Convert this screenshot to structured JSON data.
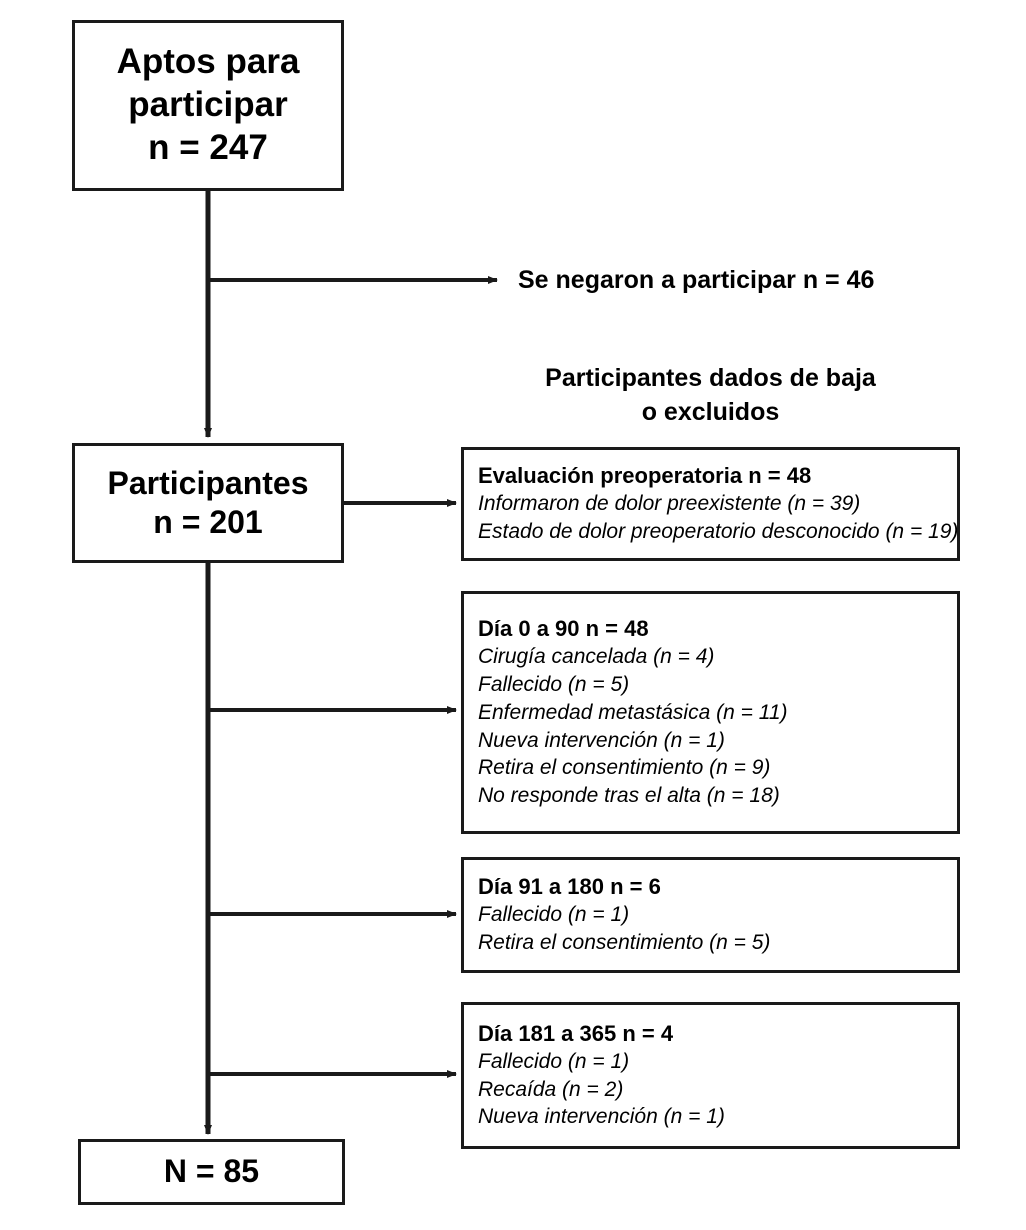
{
  "diagram": {
    "title_visible": false,
    "colors": {
      "stroke": "#1a1a1a",
      "background": "#ffffff",
      "text": "#000000"
    },
    "nodes": {
      "eligible": {
        "lines": [
          "Aptos para",
          "participar",
          "n = 247"
        ],
        "count": 247
      },
      "participants": {
        "lines": [
          "Participantes",
          "n = 201"
        ],
        "count": 201
      },
      "final": {
        "lines": [
          "N = 85"
        ],
        "count": 85
      }
    },
    "refused_label": "Se negaron a participar n = 46",
    "refused_count": 46,
    "exclusions_header": [
      "Participantes dados de baja",
      "o excluidos"
    ],
    "exclusion_boxes": [
      {
        "title": "Evaluación preoperatoria n = 48",
        "count": 48,
        "items": [
          "Informaron de dolor preexistente (n = 39)",
          "Estado de dolor preoperatorio desconocido (n = 19)"
        ]
      },
      {
        "title": "Día 0 a 90 n = 48",
        "count": 48,
        "items": [
          "Cirugía cancelada (n = 4)",
          "Fallecido (n = 5)",
          "Enfermedad metastásica (n = 11)",
          "Nueva intervención (n = 1)",
          "Retira el consentimiento (n = 9)",
          "No responde tras el alta (n = 18)"
        ]
      },
      {
        "title": "Día 91 a 180 n = 6",
        "count": 6,
        "items": [
          "Fallecido (n = 1)",
          "Retira el consentimiento (n = 5)"
        ]
      },
      {
        "title": "Día 181 a 365 n = 4",
        "count": 4,
        "items": [
          "Fallecido (n = 1)",
          "Recaída (n = 2)",
          "Nueva intervención (n = 1)"
        ]
      }
    ]
  }
}
